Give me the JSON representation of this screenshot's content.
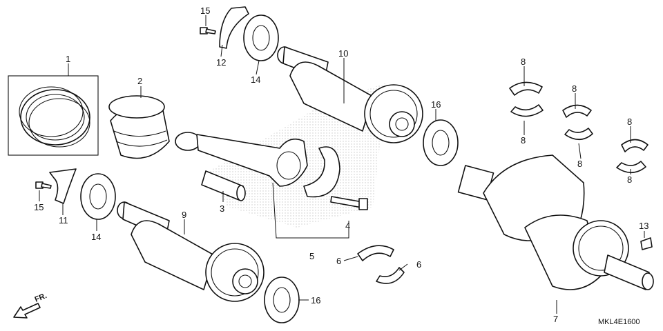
{
  "callouts": {
    "c1": "1",
    "c2": "2",
    "c3": "3",
    "c4": "4",
    "c5": "5",
    "c6a": "6",
    "c6b": "6",
    "c7": "7",
    "c8a": "8",
    "c8b": "8",
    "c8c": "8",
    "c8d": "8",
    "c8e": "8",
    "c8f": "8",
    "c9": "9",
    "c10": "10",
    "c11": "11",
    "c12": "12",
    "c13": "13",
    "c14a": "14",
    "c14b": "14",
    "c15a": "15",
    "c15b": "15",
    "c16a": "16",
    "c16b": "16"
  },
  "direction_label": "FR.",
  "diagram_code": "MKL4E1600",
  "colors": {
    "ink": "#111111",
    "watermark": "#cccccc"
  }
}
